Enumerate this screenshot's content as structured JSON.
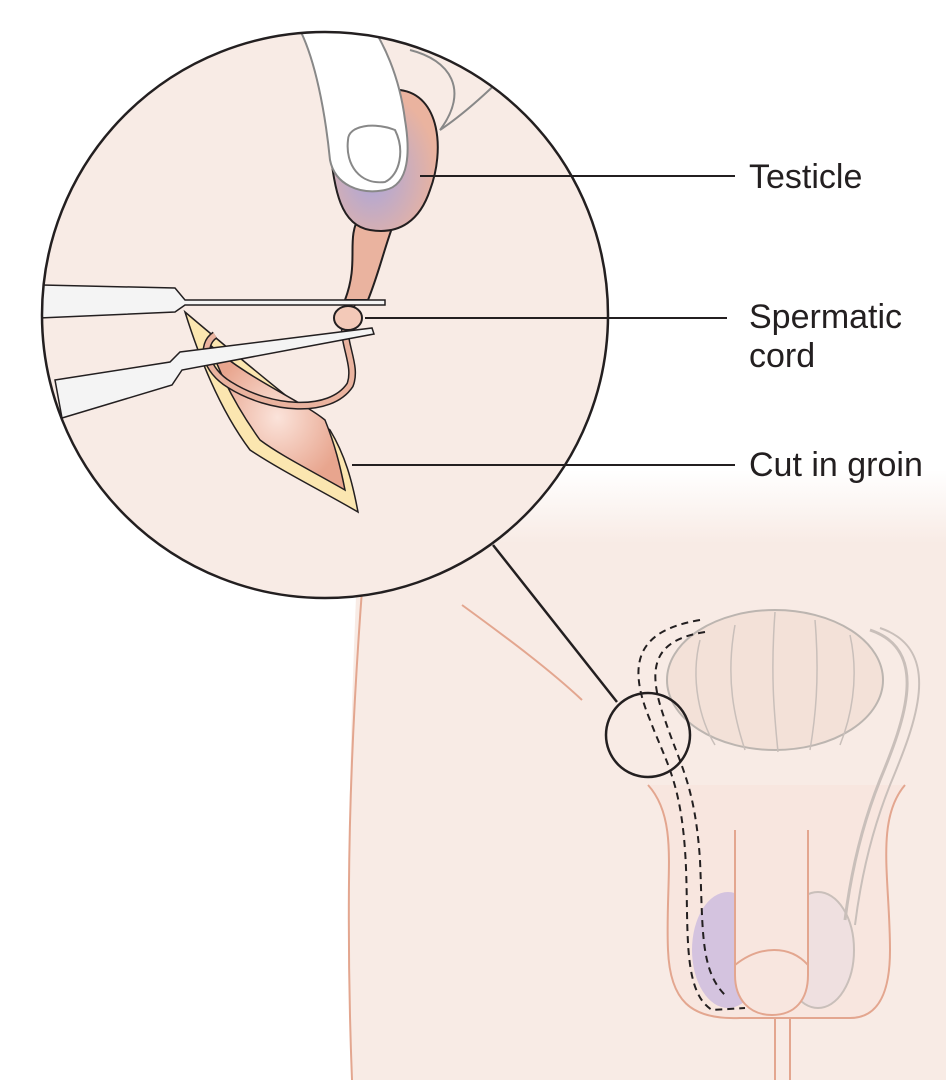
{
  "labels": {
    "testicle": "Testicle",
    "spermatic_cord_line1": "Spermatic",
    "spermatic_cord_line2": "cord",
    "cut_in_groin": "Cut in groin"
  },
  "colors": {
    "skin": "#f8ebe5",
    "skin_outline": "#e3a68f",
    "line": "#231f20",
    "testicle_blue": "#a9a6dc",
    "testicle_violet": "#d4c3df",
    "incision_yellow": "#fbe6b0",
    "tissue_pink": "#eab39f"
  }
}
